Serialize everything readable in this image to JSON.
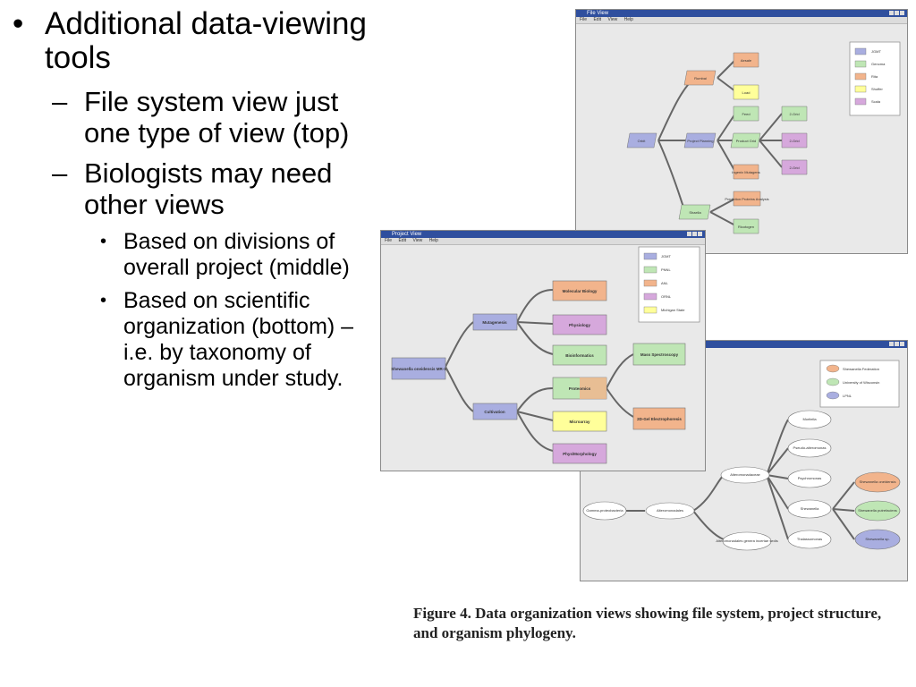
{
  "slide": {
    "bullets": [
      {
        "text": "Additional data-viewing tools"
      },
      {
        "text": "File system view just one type of view (top)"
      },
      {
        "text": "Biologists may need other views"
      },
      {
        "text": "Based on divisions of overall project (middle)"
      },
      {
        "text": "Based on scientific organization (bottom) – i.e. by taxonomy of organism under study."
      }
    ],
    "caption": "Figure 4. Data organization views showing file system, project structure, and organism phylogeny."
  },
  "file_view": {
    "title": "File View",
    "menu": [
      "File",
      "Edit",
      "View",
      "Help"
    ],
    "legend": [
      "JGMT",
      "Genoma",
      "Rita",
      "Shoffer",
      "Scala"
    ],
    "nodes": [
      "Orbit",
      "Rumbai",
      "Aesale",
      "Load",
      "Project Planning",
      "Feed",
      "Product Grid",
      "Ingenix Mutagens",
      "Shaella",
      "Prediction Proteins Analysis",
      "Ricotogen",
      "2-Grid",
      "2-Grid",
      "2-Grid"
    ]
  },
  "project_view": {
    "title": "Project View",
    "menu": [
      "File",
      "Edit",
      "View",
      "Help"
    ],
    "legend": [
      "JGMT",
      "PNNL",
      "ANL",
      "ORNL",
      "Michigan State"
    ],
    "nodes": [
      "Shewanella oneidensis MR-1",
      "Mutagenesis",
      "Cultivation",
      "Molecular Biology",
      "Physiology",
      "Bioinformatics",
      "Proteomics",
      "Microarray",
      "Phys/Morphology",
      "Mass Spectroscopy",
      "2D-Gel Electrophoresis"
    ]
  },
  "phylogeny_view": {
    "legend": [
      "Shewanella Federation",
      "University of Wisconsin",
      "LPNL"
    ],
    "nodes": [
      "Gamma-proteobacteria",
      "Alteromonadales",
      "Alteromonadaceae",
      "Alteromonadales genera incertae sedis",
      "Moritella",
      "Pseudo-alteromonas",
      "Psychromonas",
      "Shewanella",
      "Thalassomonas",
      "Shewanella oneidensis",
      "Shewanella putrefaciens",
      "Shewanella sp."
    ]
  },
  "colors": {
    "purple": "#a9aee0",
    "orange": "#f2b48c",
    "green": "#bfe6b5",
    "yellow": "#ffff9a",
    "violet": "#d6a8dc",
    "titlebar": "#2f4f9e"
  }
}
